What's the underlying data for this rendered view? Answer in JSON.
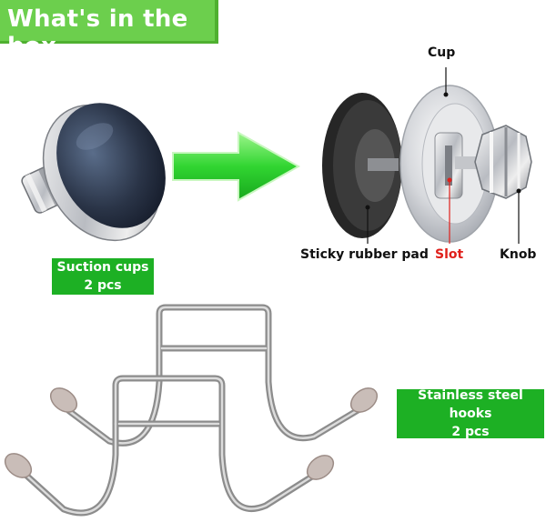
{
  "title": "What's in the box",
  "suction_label": {
    "line1": "Suction cups",
    "line2": "2 pcs"
  },
  "hooks_label": {
    "line1": "Stainless steel hooks",
    "line2": "2 pcs"
  },
  "callouts": {
    "cup": "Cup",
    "pad": "Sticky rubber pad",
    "slot": "Slot",
    "knob": "Knob"
  },
  "colors": {
    "banner": "#6ccf4d",
    "label_green": "#1db024",
    "arrow_green": "#3ddc3a",
    "slot_red": "#e0201b"
  },
  "icons": [
    "suction-cup-icon",
    "right-arrow-icon",
    "exploded-suction-cup-icon",
    "steel-hooks-icon"
  ]
}
